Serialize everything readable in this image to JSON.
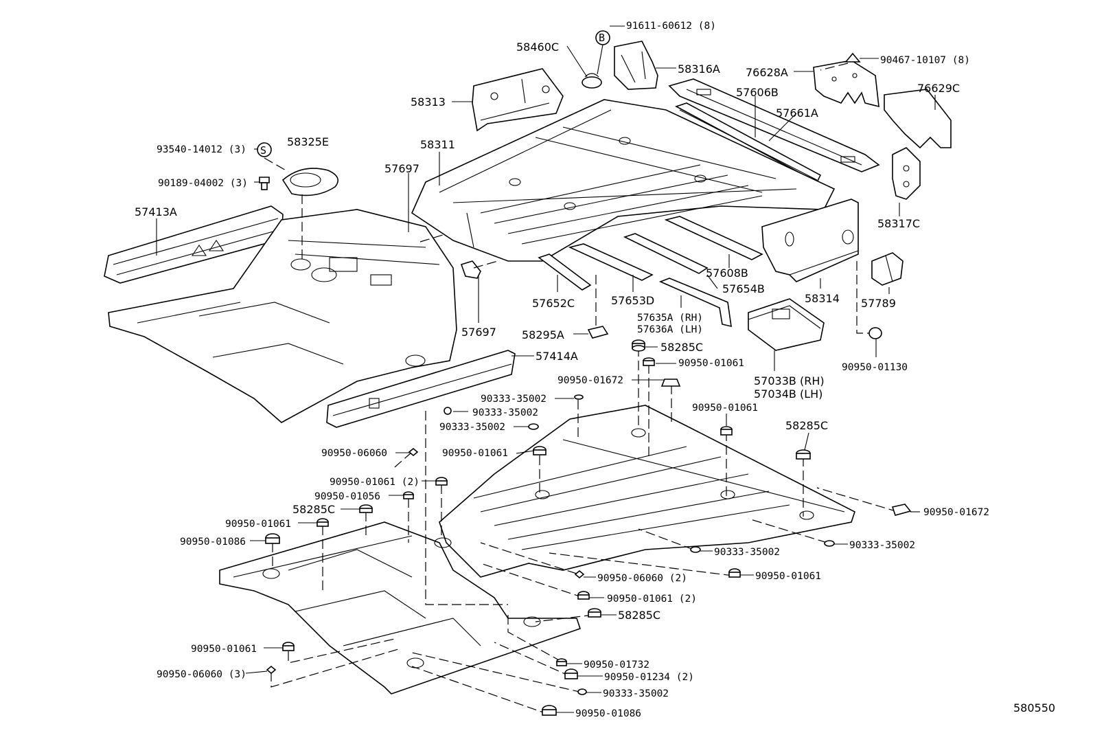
{
  "diagram": {
    "figure_id": "580550",
    "symbols": {
      "s": "S",
      "b": "B"
    },
    "labels": {
      "p91611_60612": "91611-60612 (8)",
      "p58460C": "58460C",
      "p58316A": "58316A",
      "p90467_10107": "90467-10107 (8)",
      "p76628A": "76628A",
      "p76629C": "76629C",
      "p57606B": "57606B",
      "p57661A": "57661A",
      "p58313": "58313",
      "p58311": "58311",
      "p93540_14012": "93540-14012 (3)",
      "p58325E": "58325E",
      "p90189_04002": "90189-04002 (3)",
      "p57697_top": "57697",
      "p57413A": "57413A",
      "p58317C": "58317C",
      "p57608B": "57608B",
      "p57654B": "57654B",
      "p58314": "58314",
      "p57789": "57789",
      "p57652C": "57652C",
      "p57653D": "57653D",
      "p57635A": "57635A (RH)",
      "p57636A": "57636A (LH)",
      "p57697_bot": "57697",
      "p58295A": "58295A",
      "p58285C_a": "58285C",
      "p57414A": "57414A",
      "p90950_01061_a": "90950-01061",
      "p90950_01130": "90950-01130",
      "p90950_01672_a": "90950-01672",
      "p57033B": "57033B (RH)",
      "p57034B": "57034B (LH)",
      "p90333_35002_a": "90333-35002",
      "p90333_35002_b": "90333-35002",
      "p90950_01061_b": "90950-01061",
      "p90333_35002_c": "90333-35002",
      "p58285C_b": "58285C",
      "p90950_06060_a": "90950-06060",
      "p90950_01061_c": "90950-01061",
      "p90950_01061_d": "90950-01061 (2)",
      "p90950_01056": "90950-01056",
      "p58285C_c": "58285C",
      "p90950_01061_e": "90950-01061",
      "p90950_01086_a": "90950-01086",
      "p90950_01672_b": "90950-01672",
      "p90333_35002_d": "90333-35002",
      "p90333_35002_e": "90333-35002",
      "p90950_06060_b": "90950-06060 (2)",
      "p90950_01061_f": "90950-01061",
      "p90950_01061_g": "90950-01061 (2)",
      "p58285C_d": "58285C",
      "p90950_01061_h": "90950-01061",
      "p90950_06060_c": "90950-06060 (3)",
      "p90950_01732": "90950-01732",
      "p90950_01234": "90950-01234 (2)",
      "p90333_35002_f": "90333-35002",
      "p90950_01086_b": "90950-01086"
    }
  }
}
